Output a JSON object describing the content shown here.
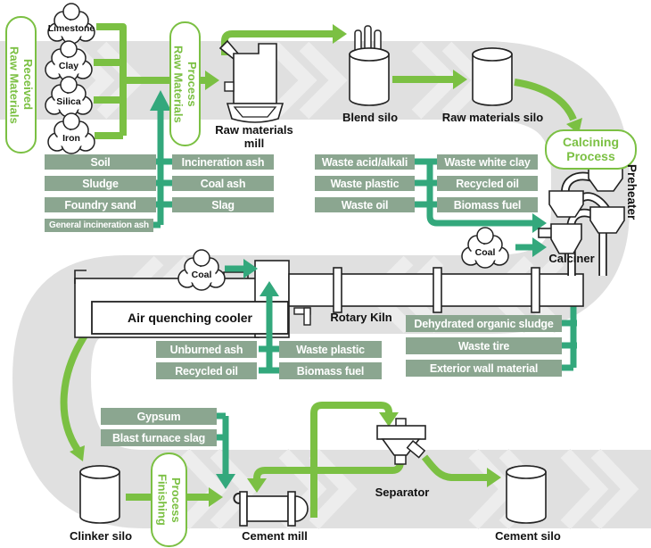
{
  "colors": {
    "flow_green": "#7bc043",
    "waste_teal": "#33a87c",
    "material_box": "#8ba690",
    "band_gray": "#e0e0e0",
    "band_chevron": "#ededed"
  },
  "process_stages": {
    "received": {
      "line1": "Raw Materials",
      "line2": "Received"
    },
    "raw_process": {
      "line1": "Raw Materials",
      "line2": "Process"
    },
    "calcining": {
      "line1": "Calcining",
      "line2": "Process"
    },
    "finishing": {
      "line1": "Finishing",
      "line2": "Process"
    }
  },
  "inputs": {
    "limestone": "Limestone",
    "clay": "Clay",
    "silica": "Silica",
    "iron": "Iron",
    "coal_kiln": "Coal",
    "coal_calciner": "Coal"
  },
  "equipment": {
    "raw_materials_mill": "Raw materials mill",
    "blend_silo": "Blend silo",
    "raw_materials_silo": "Raw materials silo",
    "preheater": "Preheater",
    "calciner": "Calciner",
    "rotary_kiln": "Rotary Kiln",
    "air_quenching_cooler": "Air quenching cooler",
    "clinker_silo": "Clinker silo",
    "cement_mill": "Cement mill",
    "separator": "Separator",
    "cement_silo": "Cement silo"
  },
  "materials": {
    "raw_mill_feed_left": [
      "Soil",
      "Sludge",
      "Foundry sand",
      "General incineration ash"
    ],
    "raw_mill_feed_right": [
      "Incineration ash",
      "Coal ash",
      "Slag"
    ],
    "calciner_feed_left": [
      "Waste acid/alkali",
      "Waste plastic",
      "Waste oil"
    ],
    "calciner_feed_right": [
      "Waste white clay",
      "Recycled oil",
      "Biomass fuel"
    ],
    "kiln_feed_left": [
      "Unburned ash",
      "Recycled oil"
    ],
    "kiln_feed_right": [
      "Waste plastic",
      "Biomass fuel"
    ],
    "kiln_end_feed": [
      "Dehydrated organic sludge",
      "Waste tire",
      "Exterior wall material"
    ],
    "cement_mill_feed": [
      "Gypsum",
      "Blast furnace slag"
    ]
  }
}
